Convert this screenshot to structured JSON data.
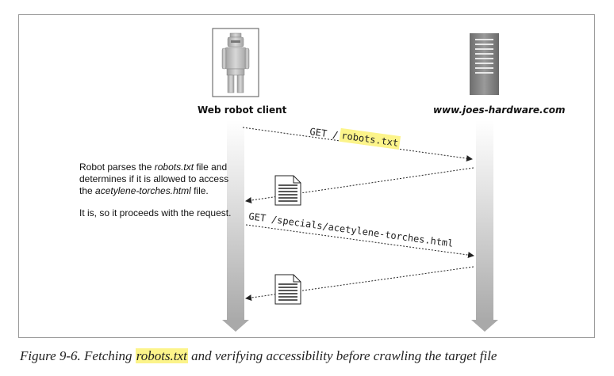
{
  "figure": {
    "client_label": "Web robot client",
    "server_label": "www.joes-hardware.com",
    "messages": {
      "request1_prefix": "GET /",
      "request1_highlight": "robots.txt",
      "request2": "GET /specials/acetylene-torches.html"
    },
    "note": {
      "line1_a": "Robot parses the ",
      "line1_em": "robots.txt",
      "line1_b": " file and",
      "line2": "determines if it is allowed to access",
      "line3_a": "the ",
      "line3_em": "acetylene-torches.html",
      "line3_b": " file.",
      "line4": "It is, so it proceeds with the request."
    }
  },
  "caption": {
    "prefix": "Figure 9-6. Fetching ",
    "highlight": "robots.txt",
    "suffix": " and verifying accessibility before crawling the target file"
  },
  "colors": {
    "highlight": "#fcf48a",
    "lifeline": "#c8c8c8"
  },
  "icons": [
    "robot-icon",
    "server-icon",
    "document-icon"
  ]
}
